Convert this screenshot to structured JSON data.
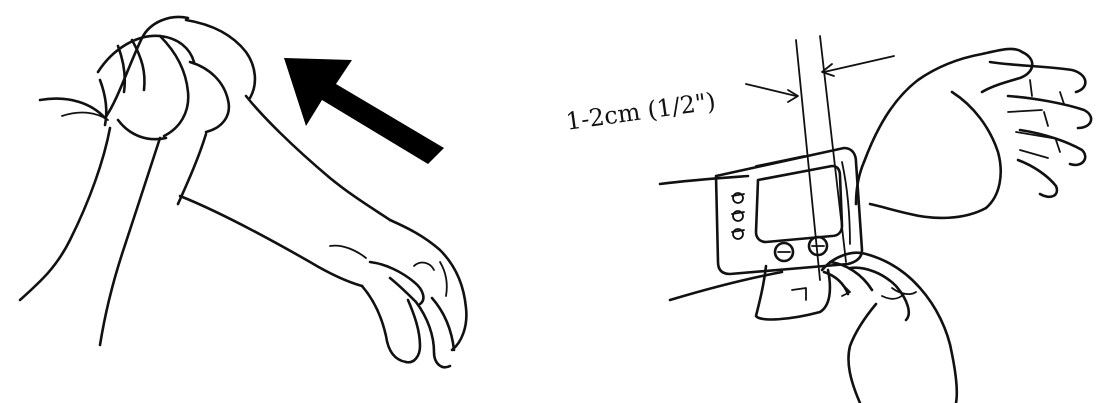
{
  "figure": {
    "panels": [
      {
        "id": "left",
        "description_hidden": true,
        "arrow_direction": "up-left"
      },
      {
        "id": "right",
        "dimension_label": "1-2cm (1/2\")"
      }
    ],
    "colors": {
      "background": "#ffffff",
      "ink": "#111111",
      "arrow": "#000000"
    },
    "icons": [
      "arm-roll-up-sleeve-illustration",
      "direction-arrow-icon",
      "wrist-cuff-placement-illustration"
    ]
  }
}
